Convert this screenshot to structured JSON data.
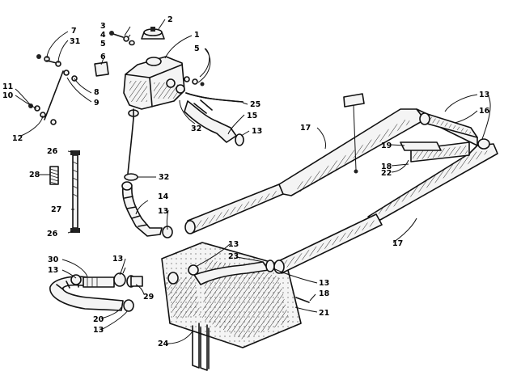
{
  "callouts": {
    "c1": "1",
    "c2": "2",
    "c3": "3",
    "c4": "4",
    "c5a": "5",
    "c5b": "5",
    "c6": "6",
    "c7": "7",
    "c8": "8",
    "c9": "9",
    "c10": "10",
    "c11": "11",
    "c12": "12",
    "c13_1": "13",
    "c13_2": "13",
    "c13_3": "13",
    "c13_4": "13",
    "c13_5": "13",
    "c13_6": "13",
    "c13_7": "13",
    "c13_8": "13",
    "c14": "14",
    "c15": "15",
    "c16": "16",
    "c17a": "17",
    "c17b": "17",
    "c18a": "18",
    "c18b": "18",
    "c19": "19",
    "c20": "20",
    "c21": "21",
    "c22": "22",
    "c23": "23",
    "c24": "24",
    "c25": "25",
    "c26a": "26",
    "c26b": "26",
    "c27": "27",
    "c28": "28",
    "c29": "29",
    "c30": "30",
    "c31": "31",
    "c32a": "32",
    "c32b": "32"
  }
}
